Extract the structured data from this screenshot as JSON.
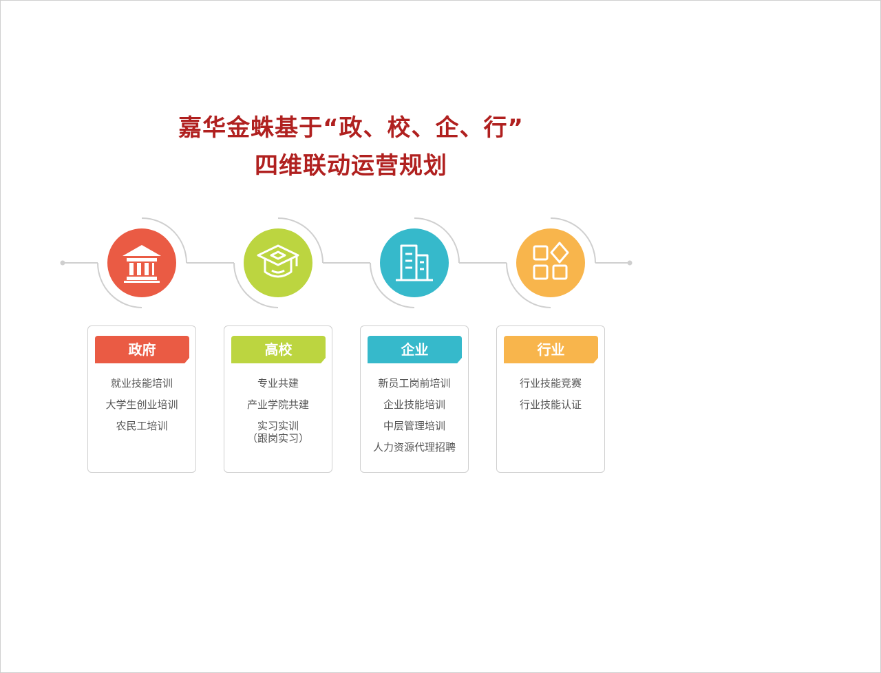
{
  "title": {
    "line1": "嘉华金蛛基于“政、校、企、行”",
    "line2": "四维联动运营规划"
  },
  "colors": {
    "title": "#b0201f",
    "government": "#ea5b44",
    "school": "#bcd540",
    "enterprise": "#36b9cb",
    "industry": "#f8b54c"
  },
  "pillars": [
    {
      "name": "政府",
      "icon": "government-building-icon",
      "items": [
        "就业技能培训",
        "大学生创业培训",
        "农民工培训"
      ]
    },
    {
      "name": "高校",
      "icon": "graduation-cap-icon",
      "items": [
        "专业共建",
        "产业学院共建",
        "实习实训",
        "（跟岗实习）"
      ]
    },
    {
      "name": "企业",
      "icon": "office-buildings-icon",
      "items": [
        "新员工岗前培训",
        "企业技能培训",
        "中层管理培训",
        "人力资源代理招聘"
      ]
    },
    {
      "name": "行业",
      "icon": "app-grid-icon",
      "items": [
        "行业技能竞赛",
        "行业技能认证"
      ]
    }
  ]
}
